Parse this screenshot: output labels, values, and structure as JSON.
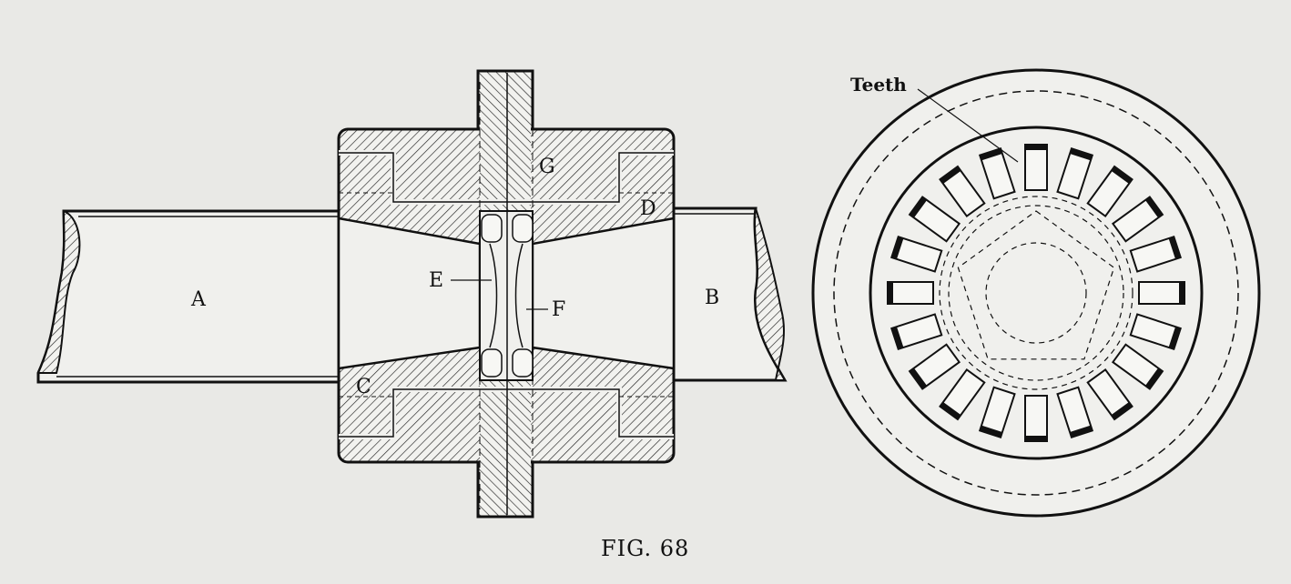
{
  "figure": {
    "caption": "FIG. 68",
    "labels": {
      "a": "A",
      "b": "B",
      "c": "C",
      "d": "D",
      "e": "E",
      "f": "F",
      "g": "G",
      "teeth": "Teeth"
    },
    "teeth_count": 20
  }
}
